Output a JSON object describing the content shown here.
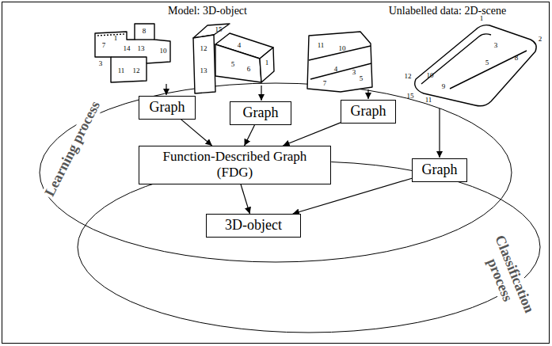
{
  "diagram": {
    "nodes": [
      {
        "text": [
          "Graph"
        ]
      },
      {
        "text": [
          "Graph"
        ]
      },
      {
        "text": [
          "Graph"
        ]
      },
      {
        "text": [
          "Function-Described Graph (FDG)"
        ]
      },
      {
        "text": [
          "Graph"
        ]
      },
      {
        "text": [
          "3D-object"
        ]
      }
    ],
    "edges": [
      {
        "from": 0,
        "to": 3,
        "arrow": "to"
      },
      {
        "from": 1,
        "to": 3,
        "arrow": "to"
      },
      {
        "from": 2,
        "to": 3,
        "arrow": "to"
      },
      {
        "from": 3,
        "to": 5,
        "arrow": "to"
      },
      {
        "from": 4,
        "to": 5,
        "arrow": "to"
      }
    ],
    "labels": [
      "Model: 3D-object",
      "Unlabelled data: 2D-scene",
      "Learning process",
      "Classification process",
      "7",
      "8",
      "10",
      "13",
      "14",
      "11",
      "12",
      "1",
      "3",
      "15",
      "12",
      "13",
      "4",
      "5",
      "6",
      "1",
      "11",
      "10",
      "4",
      "3",
      "7",
      "5",
      "1",
      "2",
      "12",
      "10",
      "9",
      "15",
      "11",
      "3",
      "5",
      "8"
    ]
  }
}
